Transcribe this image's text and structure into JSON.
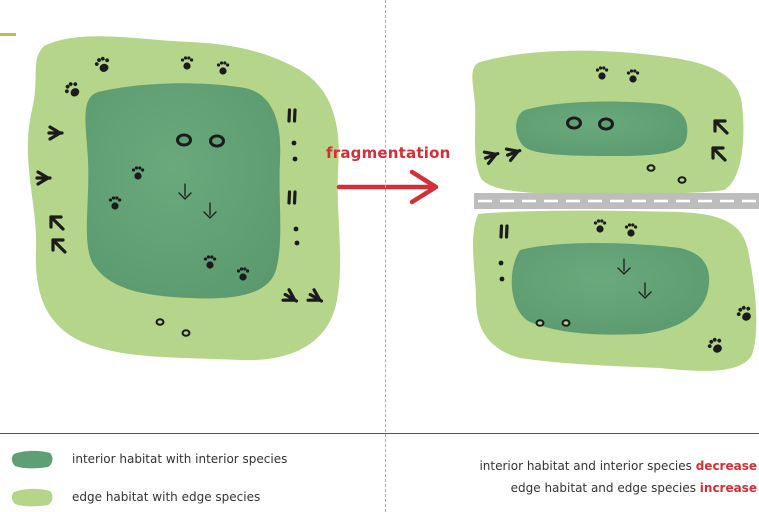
{
  "labels": {
    "fragmentation": "fragmentation"
  },
  "legend": {
    "interior": "interior habitat with interior species",
    "edge": "edge habitat with edge species"
  },
  "summary": {
    "line1_text": "interior habitat and interior species ",
    "line1_emph": "decrease",
    "line2_text": "edge habitat and edge species ",
    "line2_emph": "increase"
  },
  "colors": {
    "edge_habitat": "#b5d58a",
    "interior_habitat": "#5e9f73",
    "arrow": "#d42e36",
    "tracks": "#1b1b1b",
    "road": "#bdbdbd",
    "emphasis": "#d42e36"
  }
}
